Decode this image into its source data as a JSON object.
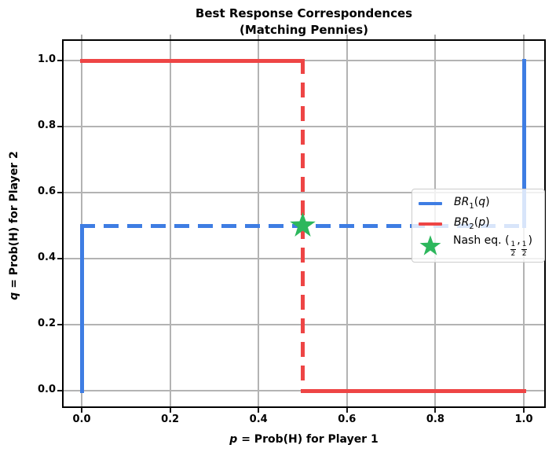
{
  "figure": {
    "title_line1": "Best Response Correspondences",
    "title_line2": "(Matching Pennies)"
  },
  "axes": {
    "xlabel": {
      "var": "p",
      "rest": " = Prob(H) for Player 1"
    },
    "ylabel": {
      "var": "q",
      "rest": " = Prob(H) for Player 2"
    },
    "xticks": [
      "0.0",
      "0.2",
      "0.4",
      "0.6",
      "0.8",
      "1.0"
    ],
    "yticks": [
      "0.0",
      "0.2",
      "0.4",
      "0.6",
      "0.8",
      "1.0"
    ]
  },
  "legend": {
    "items": [
      {
        "type": "line",
        "color": "#3e7de3",
        "base": "BR",
        "sub": "1",
        "open": "(",
        "arg": "q",
        "close": ")"
      },
      {
        "type": "line",
        "color": "#ee4545",
        "base": "BR",
        "sub": "2",
        "open": "(",
        "arg": "p",
        "close": ")"
      },
      {
        "type": "star",
        "color": "#2db75c",
        "prefix": "Nash eq. (",
        "frac1_num": "1",
        "frac1_den": "2",
        "comma": ",",
        "frac2_num": "1",
        "frac2_den": "2",
        "suffix": ")"
      }
    ]
  },
  "colors": {
    "br1_blue": "#3e7de3",
    "br2_red": "#ee4545",
    "nash_green": "#2db75c",
    "grid": "#b3b3b3",
    "spine": "#000000"
  },
  "chart_data": {
    "type": "line",
    "title": "Best Response Correspondences (Matching Pennies)",
    "xlabel": "p = Prob(H) for Player 1",
    "ylabel": "q = Prob(H) for Player 2",
    "xlim": [
      -0.045,
      1.045
    ],
    "ylim": [
      -0.05,
      1.06
    ],
    "xticks": [
      0,
      0.2,
      0.4,
      0.6,
      0.8,
      1.0
    ],
    "yticks": [
      0,
      0.2,
      0.4,
      0.6,
      0.8,
      1.0
    ],
    "grid": true,
    "legend_position": "center right",
    "series": [
      {
        "name": "BR1(q)",
        "color": "#3e7de3",
        "segments": [
          {
            "x": [
              0,
              0
            ],
            "y": [
              0,
              0.5
            ],
            "dashed": false
          },
          {
            "x": [
              0,
              1
            ],
            "y": [
              0.5,
              0.5
            ],
            "dashed": true
          },
          {
            "x": [
              1,
              1
            ],
            "y": [
              0.5,
              1
            ],
            "dashed": false
          }
        ]
      },
      {
        "name": "BR2(p)",
        "color": "#ee4545",
        "segments": [
          {
            "x": [
              0,
              0.5
            ],
            "y": [
              1,
              1
            ],
            "dashed": false
          },
          {
            "x": [
              0.5,
              0.5
            ],
            "y": [
              1,
              0
            ],
            "dashed": true
          },
          {
            "x": [
              0.5,
              1
            ],
            "y": [
              0,
              0
            ],
            "dashed": false
          }
        ]
      },
      {
        "name": "Nash eq. (1/2, 1/2)",
        "type": "scatter",
        "marker": "star",
        "color": "#2db75c",
        "points": [
          [
            0.5,
            0.5
          ]
        ]
      }
    ]
  }
}
